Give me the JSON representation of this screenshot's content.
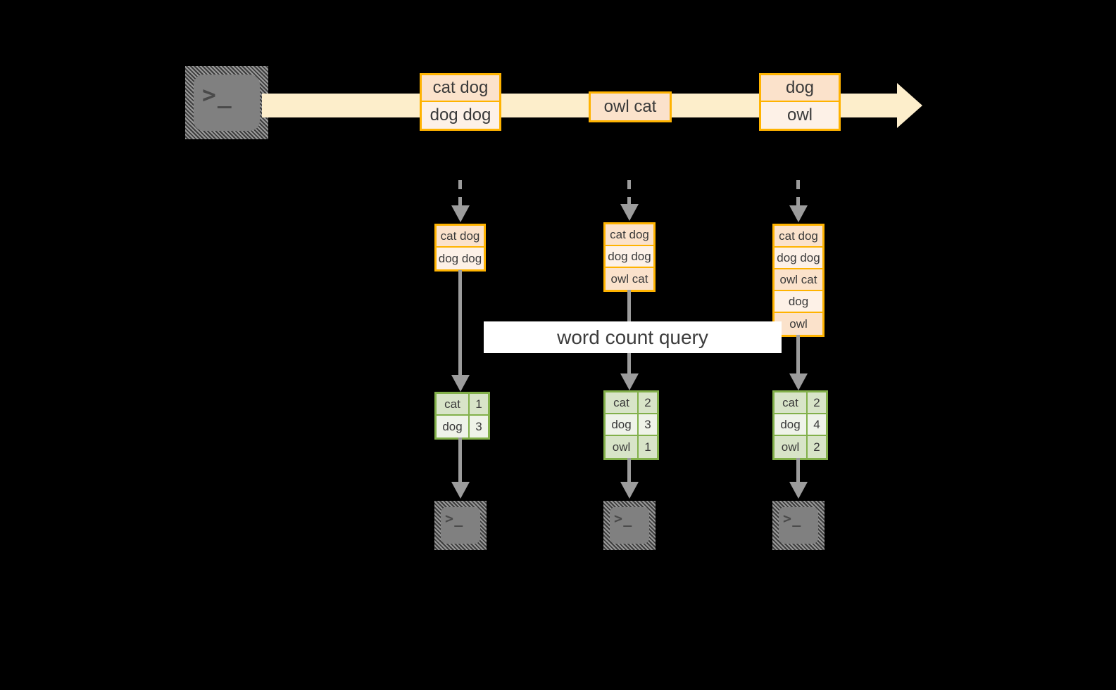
{
  "diagram": {
    "title_label": "word count query",
    "colors": {
      "stream_arrow": "#fdeecb",
      "record_border": "#ffb300",
      "record_fill_dark": "#fbe2cb",
      "record_fill_light": "#fdf1e7",
      "result_border": "#82b04a",
      "result_fill_dark": "#d8e4c8",
      "result_fill_light": "#eff3e9",
      "connector": "#9c9c9c",
      "terminal_body": "#808080",
      "background": "#000000",
      "label_background": "#ffffff"
    },
    "source_terminal": {
      "icon": "terminal-icon",
      "prompt": ">_"
    },
    "stream_records": [
      {
        "name": "stream-record-1",
        "lines": [
          "cat dog",
          "dog dog"
        ]
      },
      {
        "name": "stream-record-2",
        "lines": [
          "owl cat"
        ]
      },
      {
        "name": "stream-record-3",
        "lines": [
          "dog",
          "owl"
        ]
      }
    ],
    "accumulations": [
      {
        "name": "accumulation-1",
        "lines": [
          "cat dog",
          "dog dog"
        ]
      },
      {
        "name": "accumulation-2",
        "lines": [
          "cat dog",
          "dog dog",
          "owl cat"
        ]
      },
      {
        "name": "accumulation-3",
        "lines": [
          "cat dog",
          "dog dog",
          "owl cat",
          "dog",
          "owl"
        ]
      }
    ],
    "results": [
      {
        "name": "result-table-1",
        "rows": [
          {
            "word": "cat",
            "count": "1"
          },
          {
            "word": "dog",
            "count": "3"
          }
        ]
      },
      {
        "name": "result-table-2",
        "rows": [
          {
            "word": "cat",
            "count": "2"
          },
          {
            "word": "dog",
            "count": "3"
          },
          {
            "word": "owl",
            "count": "1"
          }
        ]
      },
      {
        "name": "result-table-3",
        "rows": [
          {
            "word": "cat",
            "count": "2"
          },
          {
            "word": "dog",
            "count": "4"
          },
          {
            "word": "owl",
            "count": "2"
          }
        ]
      }
    ],
    "sink_terminals": [
      {
        "icon": "terminal-icon",
        "prompt": ">_"
      },
      {
        "icon": "terminal-icon",
        "prompt": ">_"
      },
      {
        "icon": "terminal-icon",
        "prompt": ">_"
      }
    ]
  }
}
